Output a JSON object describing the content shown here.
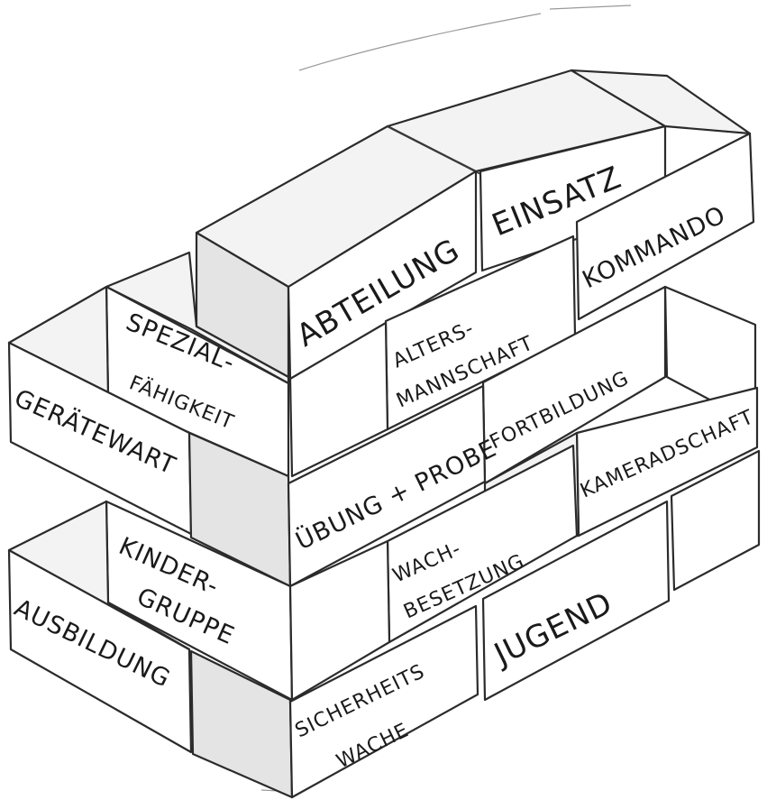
{
  "bricks": {
    "abteilung": "Abteilung",
    "einsatz": "EinSatz",
    "kommando": "Kommando",
    "spezial_line1": "Spezial-",
    "spezial_line2": "Fähigkeit",
    "alters_line1": "Alters-",
    "alters_line2": "Mannschaft",
    "fortbildung": "Fortbildung",
    "geraetewart": "Gerätewart",
    "uebung_probe": "Übung + Probe",
    "kameradschaft": "Kameradschaft",
    "kinder_line1": "Kinder-",
    "kinder_line2": "Gruppe",
    "wach_line1": "Wach-",
    "wach_line2": "Besetzung",
    "jugend": "Jugend",
    "ausbildung": "Ausbildung",
    "sicherheits_line1": "Sicherheits",
    "sicherheits_line2": "Wache"
  }
}
